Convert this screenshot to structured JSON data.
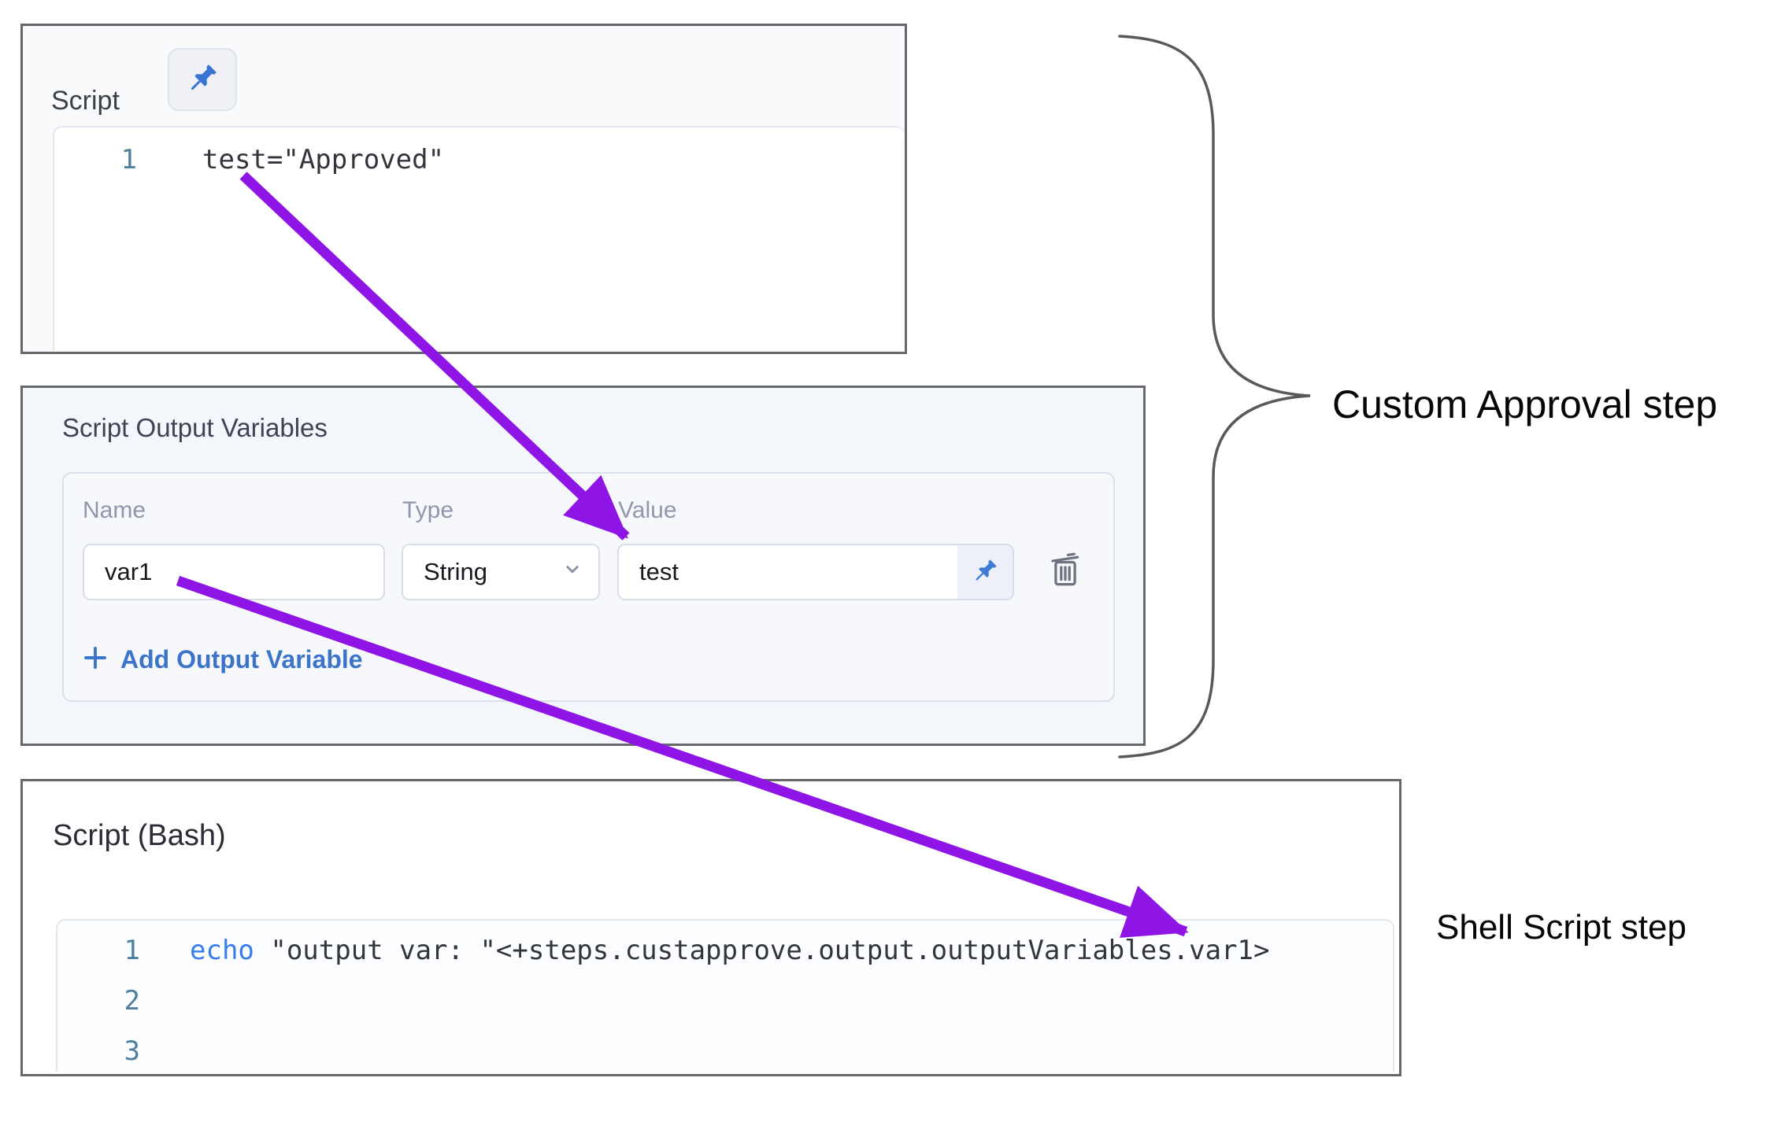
{
  "colors": {
    "arrow-purple": "#8e15e6",
    "accent-blue": "#3a75d2",
    "code-keyword-blue": "#377df0",
    "line-number-blue": "#4e7f9e",
    "link-blue": "#3b74c9",
    "panel-border": "#66686c",
    "label-gray": "#9296ab",
    "brace-gray": "#58595c"
  },
  "script_panel": {
    "title": "Script",
    "line_number": "1",
    "code": "test=\"Approved\""
  },
  "output_variables_panel": {
    "title": "Script Output Variables",
    "name_label": "Name",
    "type_label": "Type",
    "value_label": "Value",
    "row": {
      "name": "var1",
      "type": "String",
      "value": "test"
    },
    "add_button_label": "Add Output Variable"
  },
  "bash_panel": {
    "title": "Script (Bash)",
    "line1_number": "1",
    "line1_keyword": "echo",
    "line1_code": " \"output var: \"<+steps.custapprove.output.outputVariables.var1>",
    "line2_number": "2",
    "line3_number": "3"
  },
  "annotations": {
    "approval_label": "Custom Approval step",
    "shell_label": "Shell Script step"
  }
}
